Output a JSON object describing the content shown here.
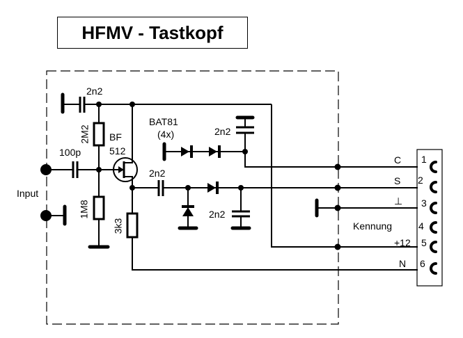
{
  "title": "HFMV - Tastkopf",
  "components": {
    "c_top": {
      "value": "2n2"
    },
    "r_bias_top": {
      "value": "2M2"
    },
    "r_bias_bottom": {
      "value": "1M8"
    },
    "c_input": {
      "value": "100p"
    },
    "fet": {
      "line1": "BF",
      "line2": "512"
    },
    "r_source": {
      "value": "3k3"
    },
    "c_coupling": {
      "value": "2n2"
    },
    "diodes": {
      "type": "BAT81",
      "count": "(4x)"
    },
    "c_upper_filter": {
      "value": "2n2"
    },
    "c_lower_filter": {
      "value": "2n2"
    }
  },
  "input_label": "Input",
  "connector": {
    "pins": [
      {
        "number": "1",
        "signal": "C"
      },
      {
        "number": "2",
        "signal": "S"
      },
      {
        "number": "3",
        "signal": "⊥"
      },
      {
        "number": "4",
        "signal": "Kennung"
      },
      {
        "number": "5",
        "signal": "+12"
      },
      {
        "number": "6",
        "signal": "N"
      }
    ]
  }
}
